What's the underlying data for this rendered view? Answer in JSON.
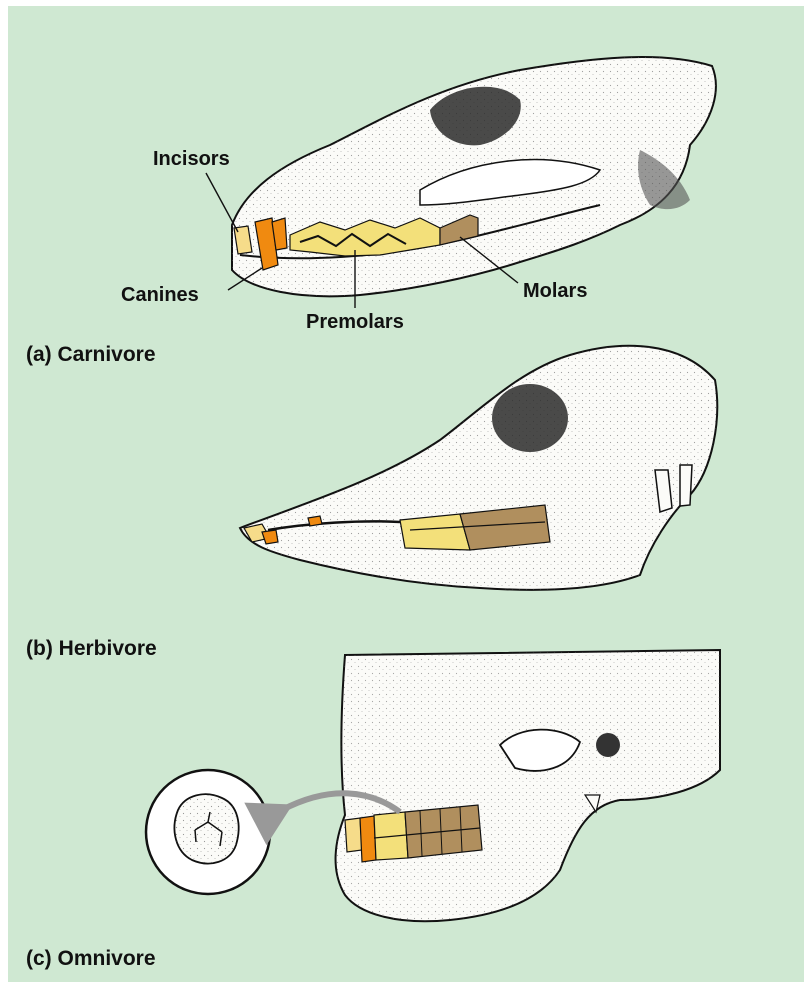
{
  "colors": {
    "background": "#cfe8d2",
    "bone": "#fbfbf8",
    "ink": "#111111",
    "incisor": "#f6dc8a",
    "canine": "#f08a10",
    "premolar": "#f3e07a",
    "molar": "#b08f5e"
  },
  "labels": {
    "incisors": "Incisors",
    "canines": "Canines",
    "premolars": "Premolars",
    "molars": "Molars"
  },
  "captions": {
    "a": "(a) Carnivore",
    "b": "(b) Herbivore",
    "c": "(c) Omnivore"
  },
  "icons": [
    "carnivore-skull",
    "herbivore-skull",
    "omnivore-skull",
    "molar-crown-inset",
    "pointer-arrow"
  ]
}
